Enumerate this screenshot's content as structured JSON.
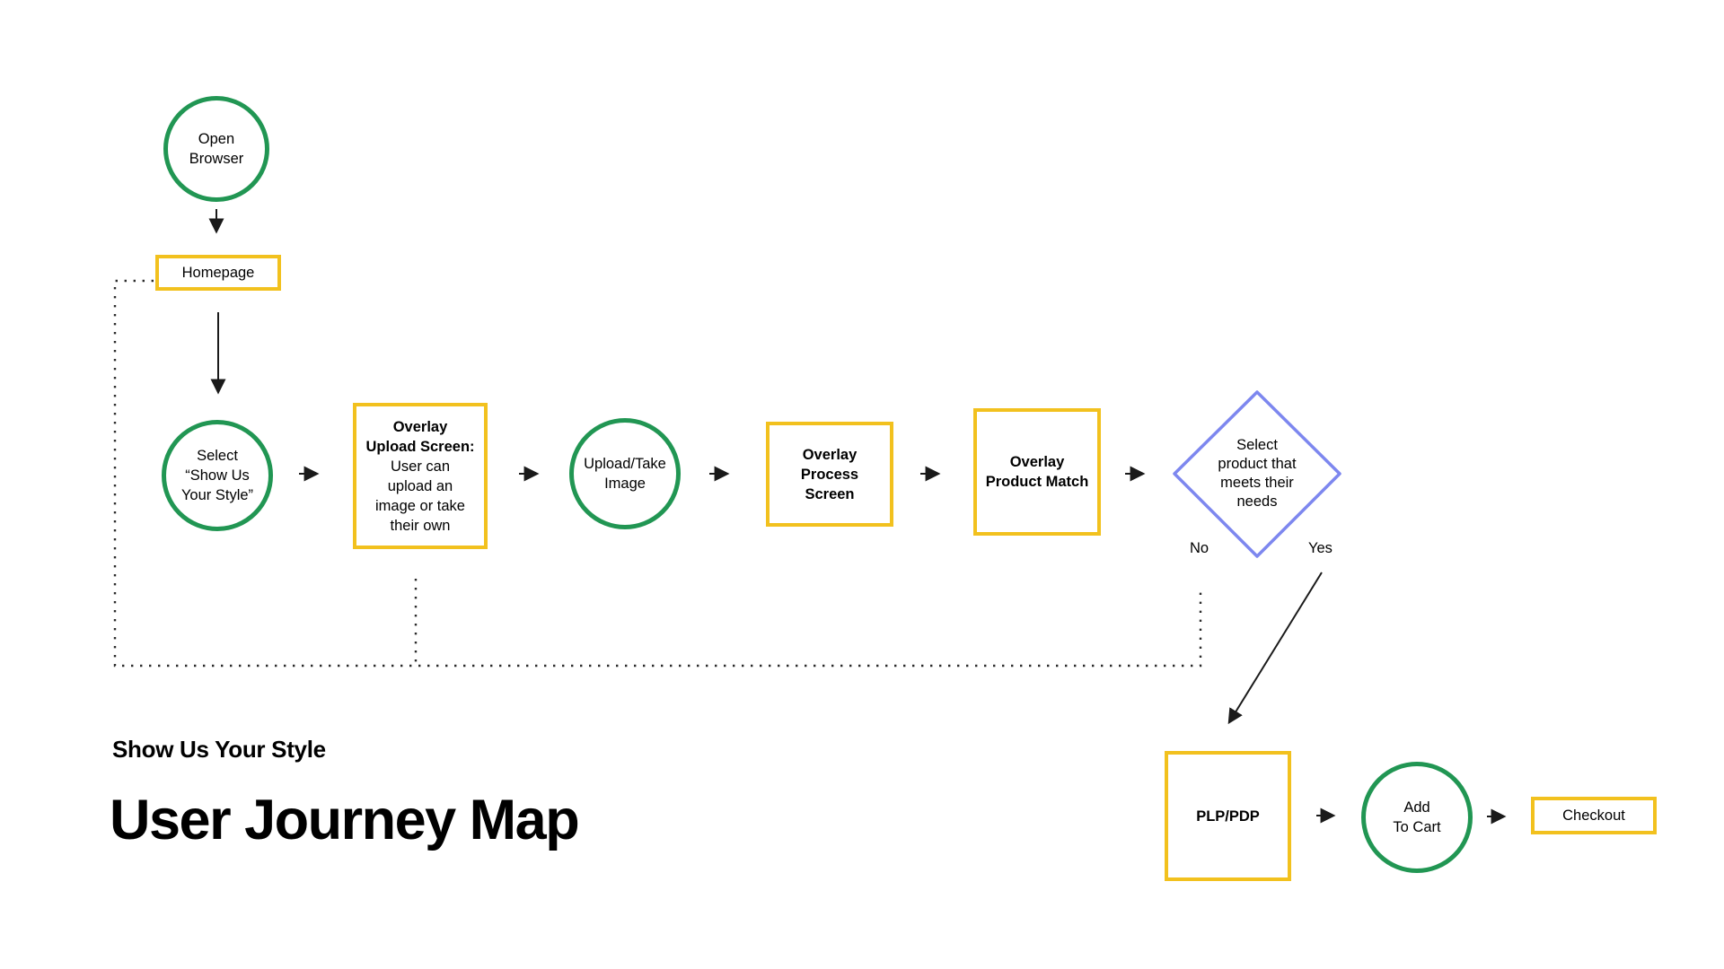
{
  "title": {
    "eyebrow": "Show Us Your Style",
    "heading": "User Journey Map"
  },
  "colors": {
    "circle_stroke_green": "#219653",
    "rect_stroke_yellow": "#F2C11E",
    "diamond_stroke_blue": "#7D87EF",
    "text_black": "#000000"
  },
  "flow": {
    "open_browser": {
      "label": "Open\nBrowser"
    },
    "homepage": {
      "label": "Homepage"
    },
    "select_style": {
      "label": "Select\n“Show Us\nYour Style”"
    },
    "overlay_upload": {
      "title": "Overlay\nUpload Screen:",
      "body": "User can\nupload an\nimage or take\ntheir own"
    },
    "upload_take_image": {
      "label": "Upload/Take\nImage"
    },
    "overlay_process": {
      "label": "Overlay\nProcess\nScreen"
    },
    "overlay_product_match": {
      "label": "Overlay\nProduct Match"
    },
    "decision": {
      "label": "Select\nproduct that\nmeets their\nneeds",
      "no": "No",
      "yes": "Yes"
    },
    "plp_pdp": {
      "label": "PLP/PDP"
    },
    "add_to_cart": {
      "label": "Add\nTo Cart"
    },
    "checkout": {
      "label": "Checkout"
    }
  }
}
